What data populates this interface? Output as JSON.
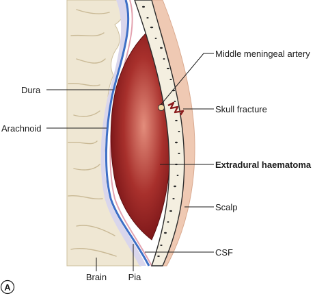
{
  "figure": {
    "panel_letter": "A",
    "colors": {
      "brain": "#efe7d3",
      "brain_sulcus": "#d8ccaf",
      "pia_arachnoid": "#d9d6ec",
      "dura": "#3d6fc6",
      "haematoma_dark": "#7a1518",
      "haematoma_light": "#e18a7a",
      "bone": "#f4efe0",
      "bone_pores": "#2a2a2a",
      "scalp": "#efc9b3",
      "scalp_edge": "#d9a98f"
    }
  },
  "labels": {
    "dura": "Dura",
    "arachnoid": "Arachnoid",
    "middle_meningeal_artery": "Middle meningeal artery",
    "skull_fracture": "Skull fracture",
    "extradural_haematoma": "Extradural haematoma",
    "scalp": "Scalp",
    "csf": "CSF",
    "brain": "Brain",
    "pia": "Pia"
  }
}
